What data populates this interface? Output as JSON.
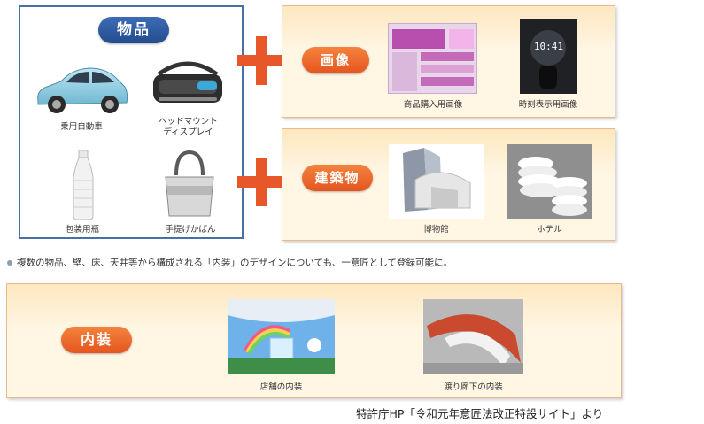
{
  "products": {
    "title": "物品",
    "items": [
      {
        "label_lines": [
          "乗用自動車"
        ]
      },
      {
        "label_lines": [
          "ヘッドマウント",
          "ディスプレイ"
        ]
      },
      {
        "label_lines": [
          "包装用瓶"
        ]
      },
      {
        "label_lines": [
          "手提げかばん"
        ]
      }
    ]
  },
  "images_panel": {
    "title": "画像",
    "captions": [
      "商品購入用画像",
      "時刻表示用画像"
    ],
    "clock_text": "10:41"
  },
  "buildings_panel": {
    "title": "建築物",
    "captions": [
      "博物館",
      "ホテル"
    ]
  },
  "note": "複数の物品、壁、床、天井等から構成される「内装」のデザインについても、一意匠として登録可能に。",
  "interior_panel": {
    "title": "内装",
    "captions": [
      "店舗の内装",
      "渡り廊下の内装"
    ]
  },
  "credit": "特許庁HP「令和元年意匠法改正特設サイト」より",
  "colors": {
    "accent_orange": "#e8572a",
    "accent_blue": "#244c8f",
    "panel_bg": "#fff6e4"
  }
}
